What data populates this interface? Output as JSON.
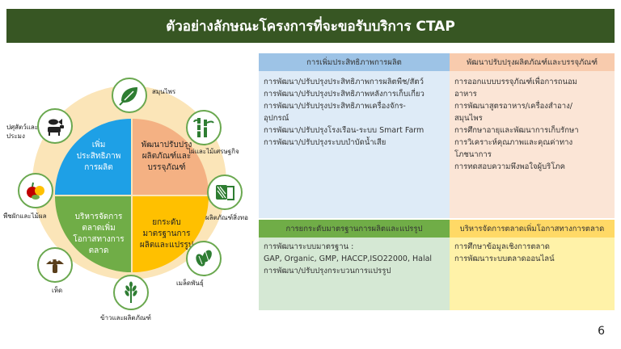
{
  "title": "ตัวอย่างลักษณะโครงการที่จะขอรับบริการ CTAP",
  "diagram": {
    "quadrants": {
      "q1": "เพิ่มประสิทธิภาพการผลิต",
      "q2": "พัฒนาปรับปรุงผลิตภัณฑ์และบรรจุภัณฑ์",
      "q3": "บริหารจัดการตลาดเพิ่มโอกาสทางการตลาด",
      "q4": "ยกระดับมาตรฐานการผลิตและแปรรูป"
    },
    "icons": {
      "herb": {
        "label": "สมุนไพร",
        "icon": "leaf-icon"
      },
      "bamboo": {
        "label": "ไผ่และไม้เศรษฐกิจ",
        "icon": "bamboo-icon"
      },
      "textile": {
        "label": "ผลิตภัณฑ์สิ่งทอ",
        "icon": "fabric-roll-icon"
      },
      "seed": {
        "label": "เมล็ดพันธุ์",
        "icon": "seed-icon"
      },
      "rice": {
        "label": "ข้าวและผลิตภัณฑ์",
        "icon": "rice-icon"
      },
      "mushroom": {
        "label": "เห็ด",
        "icon": "mushroom-icon"
      },
      "fruit": {
        "label": "พืชผักและไม้ผล",
        "icon": "fruit-icon"
      },
      "livestock": {
        "label_1": "ปศุสัตว์และ",
        "label_2": "ประมง",
        "icon": "fish-cow-icon"
      }
    }
  },
  "table": {
    "h1": "การเพิ่มประสิทธิภาพการผลิต",
    "h2": "พัฒนาปรับปรุงผลิตภัณฑ์และบรรจุภัณฑ์",
    "b1": [
      "การพัฒนา/ปรับปรุงประสิทธิภาพการผลิตพืช/สัตว์",
      "การพัฒนา/ปรับปรุงประสิทธิภาพหลังการเก็บเกี่ยว",
      "การพัฒนา/ปรับปรุงประสิทธิภาพเครื่องจักร-",
      "อุปกรณ์",
      "การพัฒนา/ปรับปรุงโรงเรือน-ระบบ Smart Farm",
      "การพัฒนา/ปรับปรุงระบบบำบัดน้ำเสีย"
    ],
    "b2": [
      "การออกแบบบรรจุภัณฑ์เพื่อการถนอม",
      "อาหาร",
      "การพัฒนาสูตรอาหาร/เครื่องสำอาง/",
      "สมุนไพร",
      "การศึกษาอายุและพัฒนาการเก็บรักษา",
      "การวิเคราะห์คุณภาพและคุณค่าทาง",
      "โภชนาการ",
      "การทดสอบความพึงพอใจผู้บริโภค"
    ],
    "h3": "การยกระดับมาตรฐานการผลิตและแปรรูป",
    "h4": "บริหารจัดการตลาดเพิ่มโอกาสทางการตลาด",
    "b3": [
      "การพัฒนาระบบมาตรฐาน :",
      "GAP, Organic, GMP, HACCP,ISO22000, Halal",
      "การพัฒนา/ปรับปรุงกระบวนการแปรรูป"
    ],
    "b4": [
      "การศึกษาข้อมูลเชิงการตลาด",
      "การพัฒนาระบบตลาดออนไลน์"
    ]
  },
  "page_number": "6",
  "colors": {
    "title_bg": "#375623",
    "blue": "#1ea0e6",
    "peach": "#f4b183",
    "green": "#70ad47",
    "gold": "#ffc000"
  }
}
